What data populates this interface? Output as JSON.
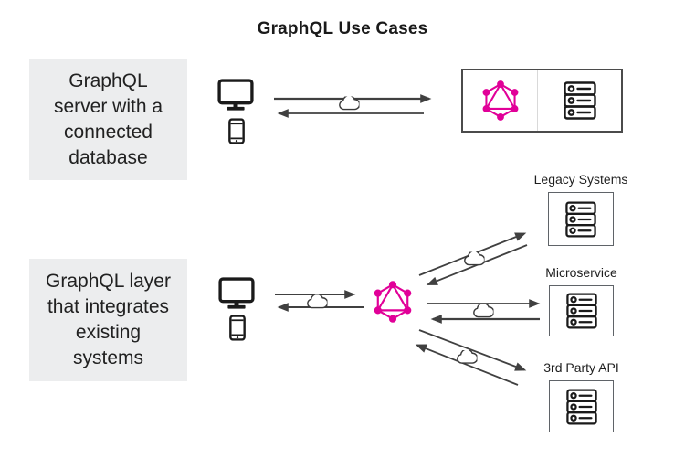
{
  "title": "GraphQL Use Cases",
  "colors": {
    "accent": "#E10098",
    "label_bg": "#ECEDEE",
    "arrow": "#404040",
    "ink": "#1A1A1A"
  },
  "use_case_1": {
    "label_lines": [
      "GraphQL",
      "server with a",
      "connected",
      "database"
    ],
    "clients": [
      "desktop computer",
      "mobile phone"
    ],
    "server_components": [
      "GraphQL server",
      "database"
    ]
  },
  "use_case_2": {
    "label_lines": [
      "GraphQL layer",
      "that integrates",
      "existing",
      "systems"
    ],
    "clients": [
      "desktop computer",
      "mobile phone"
    ],
    "targets": [
      {
        "label": "Legacy Systems"
      },
      {
        "label": "Microservice"
      },
      {
        "label": "3rd Party API"
      }
    ]
  },
  "icons": {
    "graphql": "GraphQL hexagon logo",
    "server": "server rack",
    "cloud": "network cloud",
    "desktop": "desktop monitor",
    "phone": "smartphone"
  }
}
